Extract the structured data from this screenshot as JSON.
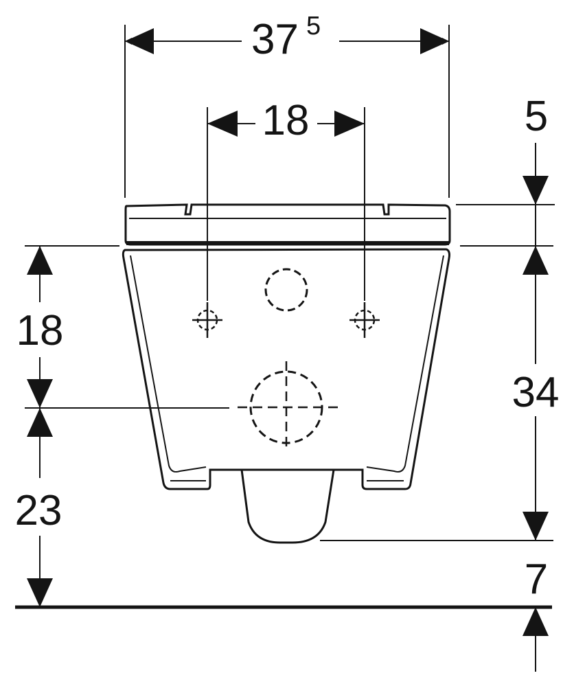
{
  "dimensions": {
    "overall_width": {
      "value": "37",
      "superscript": "5"
    },
    "fixing_spacing": "18",
    "seat_height": "5",
    "fixing_height": "18",
    "outlet_height": "23",
    "body_height": "34",
    "floor_gap": "7"
  },
  "colors": {
    "line": "#141414",
    "background": "#ffffff"
  }
}
